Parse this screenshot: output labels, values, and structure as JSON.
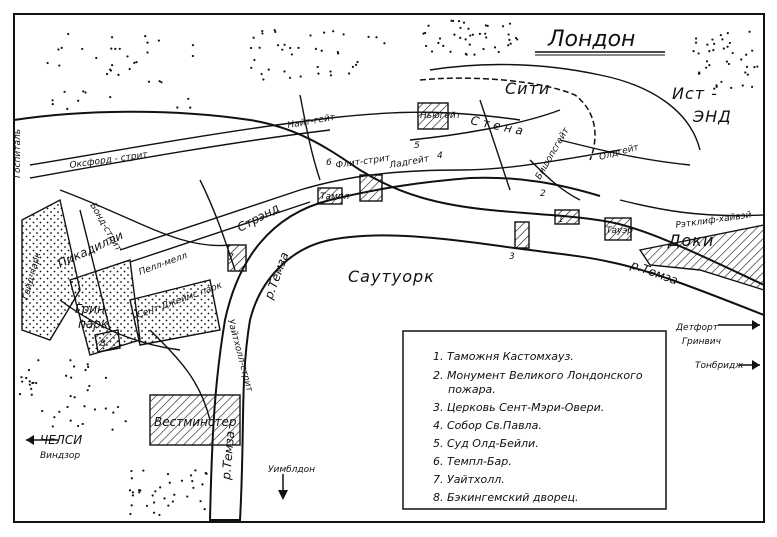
{
  "title": "Лондон",
  "districts": {
    "city": "Сити",
    "east_end_1": "Ист -",
    "east_end_2": "ЭНД",
    "docks": "Доки",
    "southwark": "Саутуорк",
    "westminster": "Вестминстер",
    "green_park_1": "Грин",
    "green_park_2": "парк",
    "st_james_park": "Сент-Джеймс парк",
    "hyde_park": "Гайд-парк"
  },
  "streets": {
    "oxford": "Оксфорд - стрит",
    "piccadilly": "Пикадилли",
    "pall_mall": "Пелл-мелл",
    "strand": "Стрэнд",
    "fleet": "Флит-стрит",
    "ludgate": "Ладгейт",
    "newgate": "Ньюгейт",
    "knightrider": "Найт-гейт",
    "aldgate": "Олдгейт",
    "bishopsgate": "Бишопсгейт",
    "ratcliff": "Рэтклиф-хайвэй",
    "whitehall": "Уайтхолл-стрит",
    "bond": "Бонд-стрит",
    "wall": "С т е н а"
  },
  "river": {
    "name_1": "р.Темза",
    "name_2": "р.Темза",
    "name_3": "р.Темза"
  },
  "directions": {
    "chelsea": "ЧЕЛСИ",
    "windsor": "Виндзор",
    "wimbledon": "Уимблдон",
    "deptford": "Детфорт",
    "greenwich": "Гринвич",
    "tonbridge": "Тонбридж"
  },
  "markers": [
    "1",
    "2",
    "3",
    "4",
    "5",
    "6",
    "7",
    "8"
  ],
  "marker_labels": {
    "tower": "Тауэр",
    "temple": "Тампл",
    "gate": "Госпиталь"
  },
  "legend": [
    "1. Таможня Кастомхауз.",
    "2. Монумент Великого Лондонского",
    "пожара.",
    "3. Церковь Сент-Мэри-Овери.",
    "4. Собор Св.Павла.",
    "5. Суд Олд-Бейли.",
    "6. Темпл-Бар.",
    "7. Уайтхолл.",
    "8. Бэкингемский дворец."
  ],
  "colors": {
    "ink": "#111111",
    "paper": "#ffffff"
  }
}
